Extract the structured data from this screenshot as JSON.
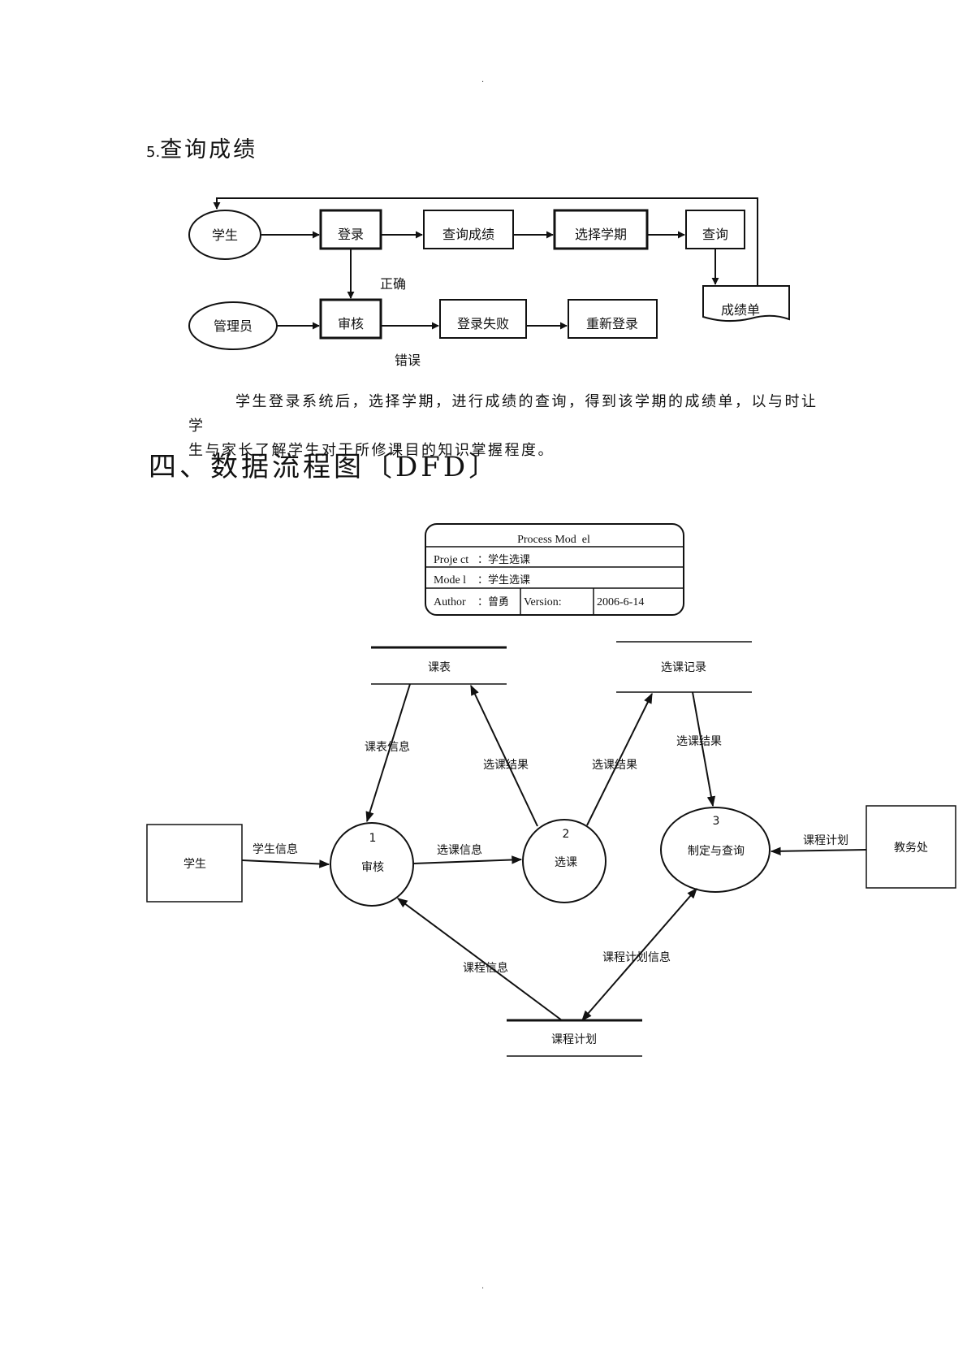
{
  "page_marks": {
    "top_dot": ".",
    "bottom_dot": "."
  },
  "section5": {
    "number": "5.",
    "title": "查询成绩",
    "flow": {
      "student": "学生",
      "admin": "管理员",
      "login": "登录",
      "query_scores": "查询成绩",
      "choose_term": "选择学期",
      "query": "查询",
      "report_card": "成绩单",
      "review": "审核",
      "login_failed": "登录失败",
      "relogin": "重新登录",
      "correct": "正确",
      "error": "错误"
    },
    "paragraph_line1": "学生登录系统后，选择学期，进行成绩的查询，得到该学期的成绩单，以与时让学",
    "paragraph_line2": "生与家长了解学生对于所修课目的知识掌握程度。"
  },
  "section4": {
    "title": "四、数据流程图〔DFD〕"
  },
  "process_model": {
    "header": "Process Mod  el",
    "project_label": "Proje ct",
    "project_value": "：学生选课",
    "model_label": "Mode l",
    "model_value": "：学生选课",
    "author_label": "Author",
    "author_value": "：曾勇",
    "version_label": "Version:",
    "version_value": "2006-6-14"
  },
  "dfd": {
    "store_schedule": "课表",
    "store_selection_records": "选课记录",
    "store_course_plan": "课程计划",
    "entity_student": "学生",
    "entity_office": "教务处",
    "p1_num": "1",
    "p1_name": "审核",
    "p2_num": "2",
    "p2_name": "选课",
    "p3_num": "3",
    "p3_name": "制定与查询",
    "flow_student_info": "学生信息",
    "flow_selection_info": "选课信息",
    "flow_schedule_info": "课表信息",
    "flow_selection_result_1": "选课结果",
    "flow_selection_result_2": "选课结果",
    "flow_selection_result_3": "选课结果",
    "flow_course_plan": "课程计划",
    "flow_course_info": "课程信息",
    "flow_course_plan_info": "课程计划信息"
  }
}
